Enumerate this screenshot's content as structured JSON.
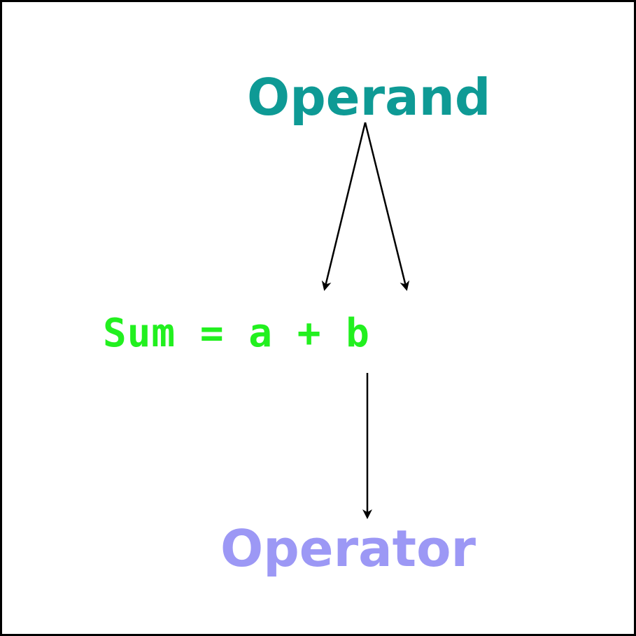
{
  "diagram": {
    "operand_label": "Operand",
    "operator_label": "Operator",
    "expression": "Sum = a + b",
    "colors": {
      "operand": "#0e9a95",
      "operator": "#9c98f5",
      "expression": "#22f01f",
      "arrows": "#000000",
      "border": "#000000",
      "background": "#ffffff"
    }
  }
}
